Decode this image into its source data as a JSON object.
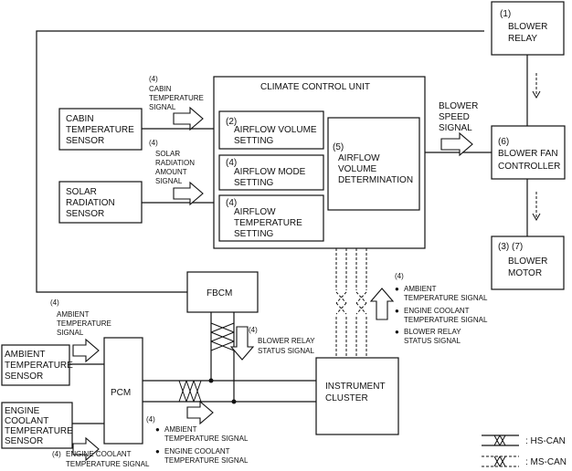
{
  "blower_relay": {
    "num": "(1)",
    "l1": "BLOWER",
    "l2": "RELAY"
  },
  "blower_fan_controller": {
    "num": "(6)",
    "l1": "BLOWER FAN",
    "l2": "CONTROLLER"
  },
  "blower_motor": {
    "num": "(3)  (7)",
    "l1": "BLOWER",
    "l2": "MOTOR"
  },
  "climate_control_unit": {
    "title": "CLIMATE CONTROL UNIT",
    "volume_setting": {
      "num": "(2)",
      "l1": "AIRFLOW VOLUME",
      "l2": "SETTING"
    },
    "mode_setting": {
      "num": "(4)",
      "l1": "AIRFLOW MODE",
      "l2": "SETTING"
    },
    "temp_setting": {
      "num": "(4)",
      "l1": "AIRFLOW",
      "l2": "TEMPERATURE",
      "l3": "SETTING"
    },
    "volume_determination": {
      "num": "(5)",
      "l1": "AIRFLOW",
      "l2": "VOLUME",
      "l3": "DETERMINATION"
    }
  },
  "cabin_sensor": {
    "l1": "CABIN",
    "l2": "TEMPERATURE",
    "l3": "SENSOR"
  },
  "solar_sensor": {
    "l1": "SOLAR",
    "l2": "RADIATION",
    "l3": "SENSOR"
  },
  "cabin_signal": {
    "num": "(4)",
    "l1": "CABIN",
    "l2": "TEMPERATURE",
    "l3": "SIGNAL"
  },
  "solar_signal": {
    "num": "(4)",
    "l1": "SOLAR",
    "l2": "RADIATION",
    "l3": "AMOUNT",
    "l4": "SIGNAL"
  },
  "blower_speed_signal": {
    "l1": "BLOWER",
    "l2": "SPEED",
    "l3": "SIGNAL"
  },
  "fbcm": {
    "label": "FBCM"
  },
  "pcm": {
    "label": "PCM"
  },
  "instrument_cluster": {
    "l1": "INSTRUMENT",
    "l2": "CLUSTER"
  },
  "ambient_sensor": {
    "l1": "AMBIENT",
    "l2": "TEMPERATURE",
    "l3": "SENSOR"
  },
  "engine_coolant_sensor": {
    "l1": "ENGINE",
    "l2": "COOLANT",
    "l3": "TEMPERATURE",
    "l4": "SENSOR"
  },
  "ambient_signal_left": {
    "num": "(4)",
    "l1": "AMBIENT",
    "l2": "TEMPERATURE",
    "l3": "SIGNAL"
  },
  "engine_coolant_signal_left": {
    "num": "(4)",
    "l1": "ENGINE COOLANT",
    "l2": "TEMPERATURE SIGNAL"
  },
  "blower_relay_status": {
    "num": "(4)",
    "l1": "BLOWER RELAY",
    "l2": "STATUS SIGNAL"
  },
  "pcm_to_cluster_signals": {
    "num": "(4)",
    "a1": "AMBIENT",
    "a2": "TEMPERATURE SIGNAL",
    "b1": "ENGINE COOLANT",
    "b2": "TEMPERATURE SIGNAL"
  },
  "cluster_to_ccu_signals": {
    "num": "(4)",
    "a1": "AMBIENT",
    "a2": "TEMPERATURE SIGNAL",
    "b1": "ENGINE COOLANT",
    "b2": "TEMPERATURE SIGNAL",
    "c1": "BLOWER RELAY",
    "c2": "STATUS SIGNAL"
  },
  "legend": {
    "hs_can": ": HS-CAN",
    "ms_can": ": MS-CAN"
  },
  "bullet": "●"
}
